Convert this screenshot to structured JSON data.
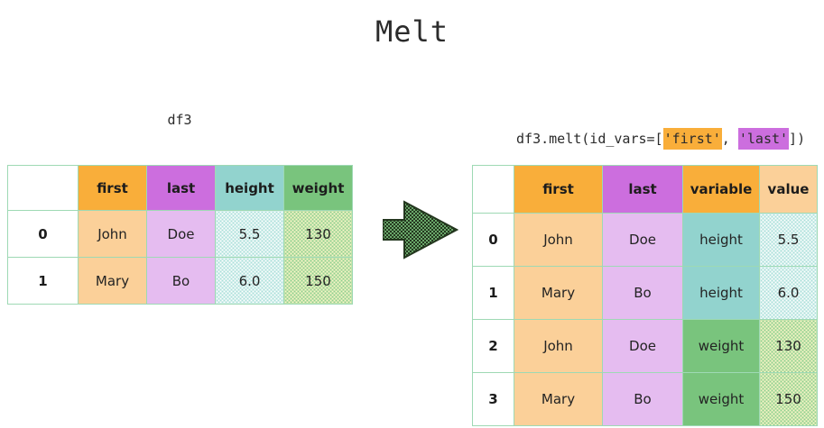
{
  "page": {
    "title": "Melt",
    "background_color": "#ffffff"
  },
  "colors": {
    "orange": "#f9ae3a",
    "orange_light": "#fbd099",
    "magenta": "#cc6ede",
    "magenta_light": "#e5bcf0",
    "teal": "#92d3ce",
    "teal_light": "#aadfda",
    "green": "#79c47d",
    "green_light": "#8ecf90",
    "border": "#9ed9b4",
    "text": "#232323",
    "arrow": "#2e4a2e"
  },
  "left_panel": {
    "caption": "df3",
    "table": {
      "columns": [
        "",
        "first",
        "last",
        "height",
        "weight"
      ],
      "index": [
        "0",
        "1"
      ],
      "rows": [
        {
          "index": "0",
          "first": "John",
          "last": "Doe",
          "height": "5.5",
          "weight": "130"
        },
        {
          "index": "1",
          "first": "Mary",
          "last": "Bo",
          "height": "6.0",
          "weight": "150"
        }
      ]
    }
  },
  "arrow": {
    "icon": "arrow-right-icon",
    "direction": "right"
  },
  "right_panel": {
    "caption_code": {
      "prefix": "df3.melt(id_vars=[",
      "arg1": "'first'",
      "separator": ", ",
      "arg2": "'last'",
      "suffix": "])",
      "full_text": "df3.melt(id_vars=['first', 'last'])"
    },
    "table": {
      "columns": [
        "",
        "first",
        "last",
        "variable",
        "value"
      ],
      "index": [
        "0",
        "1",
        "2",
        "3"
      ],
      "rows": [
        {
          "index": "0",
          "first": "John",
          "last": "Doe",
          "variable": "height",
          "value": "5.5"
        },
        {
          "index": "1",
          "first": "Mary",
          "last": "Bo",
          "variable": "height",
          "value": "6.0"
        },
        {
          "index": "2",
          "first": "John",
          "last": "Doe",
          "variable": "weight",
          "value": "130"
        },
        {
          "index": "3",
          "first": "Mary",
          "last": "Bo",
          "variable": "weight",
          "value": "150"
        }
      ]
    }
  }
}
